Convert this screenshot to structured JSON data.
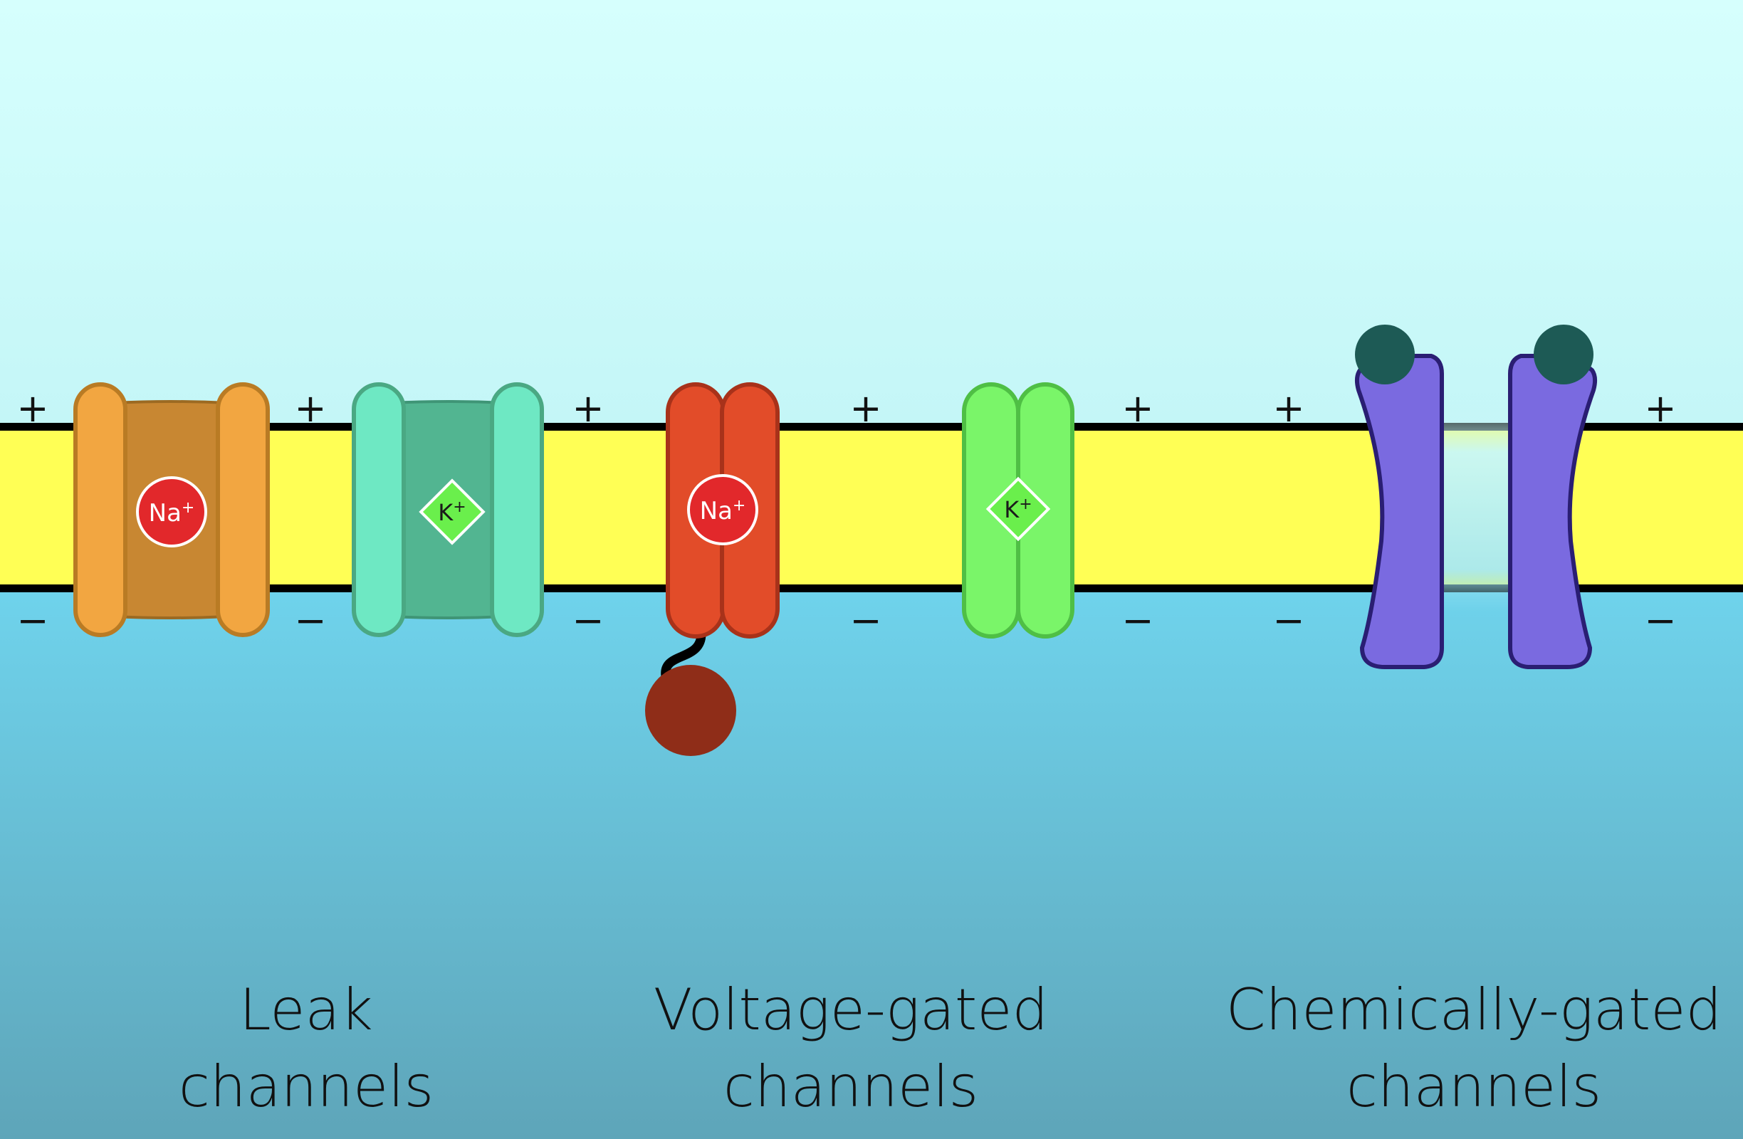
{
  "colors": {
    "extracellular_top": "#d6fffd",
    "extracellular_bottom": "#bdf3f6",
    "intracellular_top": "#6fd3ec",
    "intracellular_bottom": "#5ea9bd",
    "membrane": "#ffff55",
    "membrane_edge": "#000000",
    "na_leak_outer": "#f2a641",
    "na_leak_inner": "#c88732",
    "k_leak_outer": "#6ee8c3",
    "k_leak_inner": "#52b591",
    "na_voltage": "#e24c29",
    "k_voltage": "#7af569",
    "inactivation_ball": "#8f2d18",
    "chemical_gate": "#7a6ae0",
    "ligand": "#1d5a55",
    "na_ion": "#e2282b",
    "k_ion": "#6aef4c"
  },
  "charges": {
    "outside": "+",
    "inside": "−"
  },
  "ions": {
    "na": "Na+",
    "k": "K+"
  },
  "channels": [
    {
      "id": "na-leak",
      "group": "leak",
      "ion": "Na+"
    },
    {
      "id": "k-leak",
      "group": "leak",
      "ion": "K+"
    },
    {
      "id": "na-voltage",
      "group": "voltage-gated",
      "ion": "Na+"
    },
    {
      "id": "k-voltage",
      "group": "voltage-gated",
      "ion": "K+"
    },
    {
      "id": "chemical",
      "group": "chemically-gated",
      "ion": ""
    }
  ],
  "labels": {
    "leak": {
      "line1": "Leak",
      "line2": "channels"
    },
    "voltage": {
      "line1": "Voltage-gated",
      "line2": "channels"
    },
    "chemical": {
      "line1": "Chemically-gated",
      "line2": "channels"
    }
  }
}
